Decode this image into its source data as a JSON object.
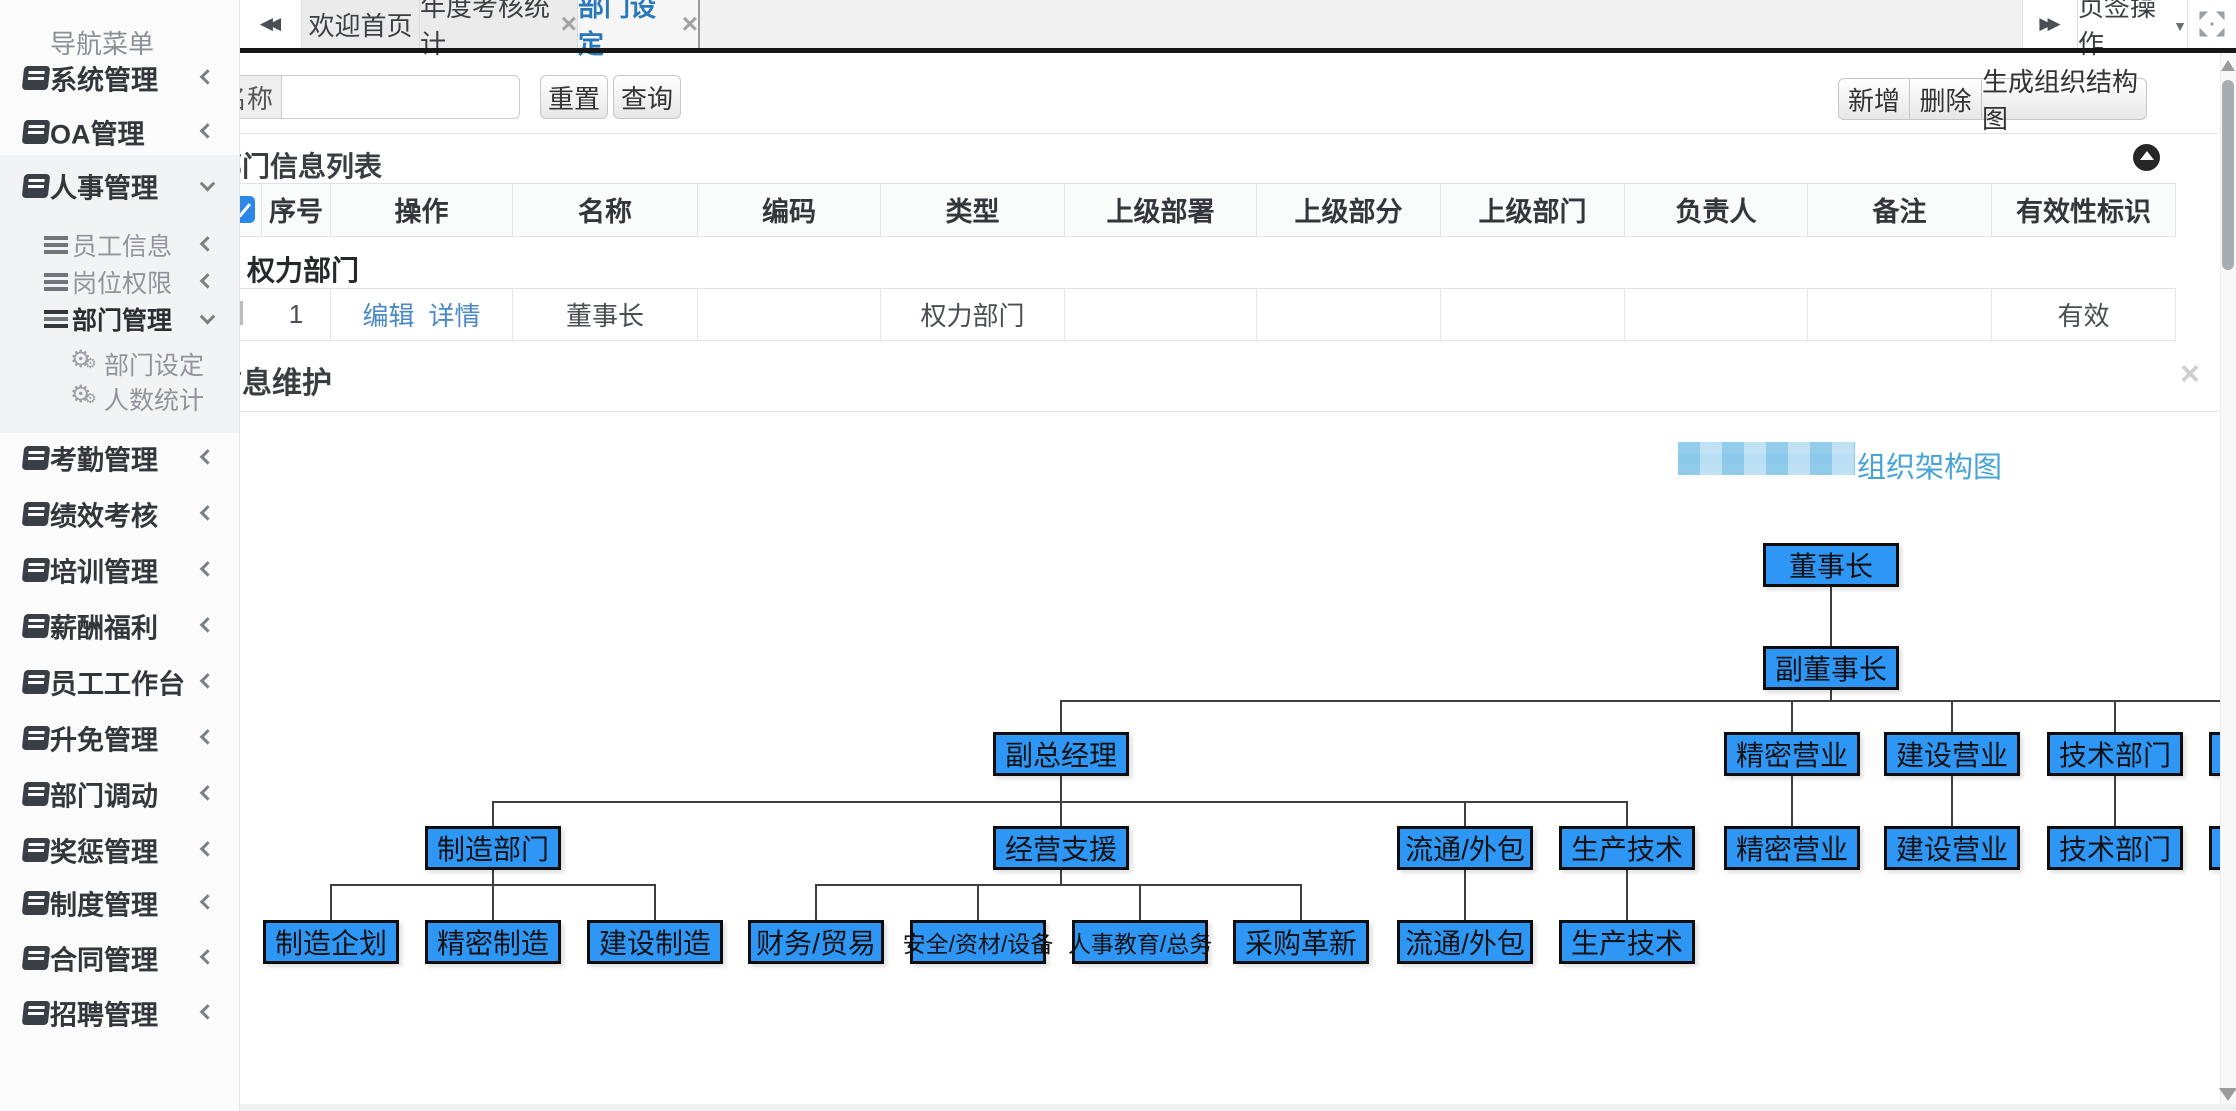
{
  "sidebar": {
    "title": "导航菜单",
    "items": [
      {
        "label": "系统管理"
      },
      {
        "label": "OA管理"
      },
      {
        "label": "人事管理",
        "expanded": true
      },
      {
        "label": "考勤管理"
      },
      {
        "label": "绩效考核"
      },
      {
        "label": "培训管理"
      },
      {
        "label": "薪酬福利"
      },
      {
        "label": "员工工作台"
      },
      {
        "label": "升免管理"
      },
      {
        "label": "部门调动"
      },
      {
        "label": "奖惩管理"
      },
      {
        "label": "制度管理"
      },
      {
        "label": "合同管理"
      },
      {
        "label": "招聘管理"
      }
    ],
    "hr_children": [
      {
        "label": "员工信息"
      },
      {
        "label": "岗位权限"
      },
      {
        "label": "部门管理",
        "expanded": true
      }
    ],
    "dept_children": [
      {
        "label": "部门设定",
        "active": true
      },
      {
        "label": "人数统计"
      }
    ]
  },
  "tabbar": {
    "tabs": [
      {
        "label": "欢迎首页",
        "closable": false
      },
      {
        "label": "年度考核统计",
        "closable": true
      },
      {
        "label": "部门设定",
        "closable": true,
        "active": true
      }
    ],
    "menu_label": "页签操作"
  },
  "icons": {
    "back": "◀◀",
    "forward": "▶▶",
    "caret_down": "▼",
    "close": "×"
  },
  "toolbar": {
    "search_label": "名称",
    "search_value": "",
    "reset_label": "重置",
    "query_label": "查询",
    "add_label": "新增",
    "delete_label": "删除",
    "generate_label": "生成组织结构图"
  },
  "list_panel": {
    "title": "部门信息列表",
    "headers": [
      "序号",
      "操作",
      "名称",
      "编码",
      "类型",
      "上级部署",
      "上级部分",
      "上级部门",
      "负责人",
      "备注",
      "有效性标识"
    ],
    "group_row_label": "权力部门",
    "row": {
      "seq": "1",
      "edit": "编辑",
      "detail": "详情",
      "name": "董事长",
      "code": "",
      "type": "权力部门",
      "parent_deploy": "",
      "parent_part": "",
      "parent_dept": "",
      "owner": "",
      "remark": "",
      "valid": "有效"
    }
  },
  "maintain_panel": {
    "title": "部门信息维护",
    "org_title_suffix": "组织架构图"
  },
  "org_nodes": {
    "chairman": "董事长",
    "vice_chairman": "副董事长",
    "deputy_gm": "副总经理",
    "precision_sales": "精密营业",
    "construction_sales": "建设营业",
    "tech_dept": "技术部门",
    "manufacturing": "制造部门",
    "business_support": "经营支援",
    "logistics": "流通/外包",
    "production_tech": "生产技术",
    "mfg_planning": "制造企划",
    "precision_mfg": "精密制造",
    "construction_mfg": "建设制造",
    "finance_trade": "财务/贸易",
    "safety_material": "安全/资材/设备",
    "hr_affairs": "人事教育/总务",
    "procurement": "采购革新"
  },
  "colors": {
    "node_fill": "#2e97f6",
    "active_tab_blue": "#2879ba",
    "link_blue": "#4a89c8",
    "org_title_blue": "#47a3d6",
    "checkbox_blue": "#2b87ea"
  }
}
